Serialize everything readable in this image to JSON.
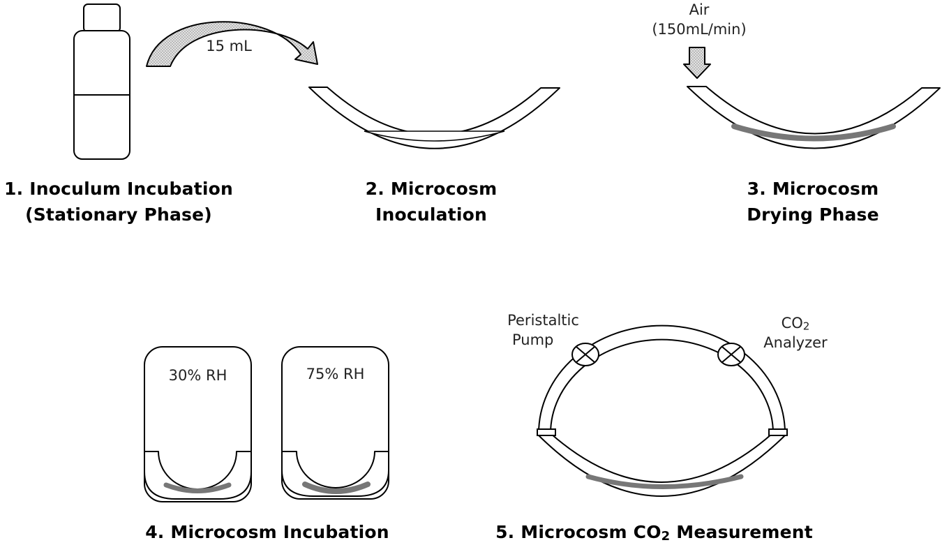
{
  "colors": {
    "stroke": "#000000",
    "sediment": "#7a7a7a",
    "arrow_fill": "#cfcfcf",
    "background": "#ffffff"
  },
  "icons": [
    "bottle-icon",
    "curved-arrow-icon",
    "microcosm-dish-icon",
    "down-arrow-icon",
    "chamber-icon",
    "pump-icon",
    "analyzer-icon"
  ],
  "step1": {
    "line1": "1. Inoculum Incubation",
    "line2": "(Stationary Phase)"
  },
  "step2": {
    "line1": "2. Microcosm",
    "line2": "Inoculation",
    "volume": "15 mL"
  },
  "step3": {
    "line1": "3. Microcosm",
    "line2": "Drying Phase",
    "air_line1": "Air",
    "air_line2": "(150mL/min)"
  },
  "step4": {
    "label": "4. Microcosm Incubation",
    "chamber_left": "30% RH",
    "chamber_right": "75% RH"
  },
  "step5": {
    "prefix": "5. Microcosm CO",
    "sub": "2",
    "suffix": " Measurement",
    "pump_line1": "Peristaltic",
    "pump_line2": "Pump",
    "analyzer_prefix": "CO",
    "analyzer_sub": "2",
    "analyzer_line2": "Analyzer"
  }
}
